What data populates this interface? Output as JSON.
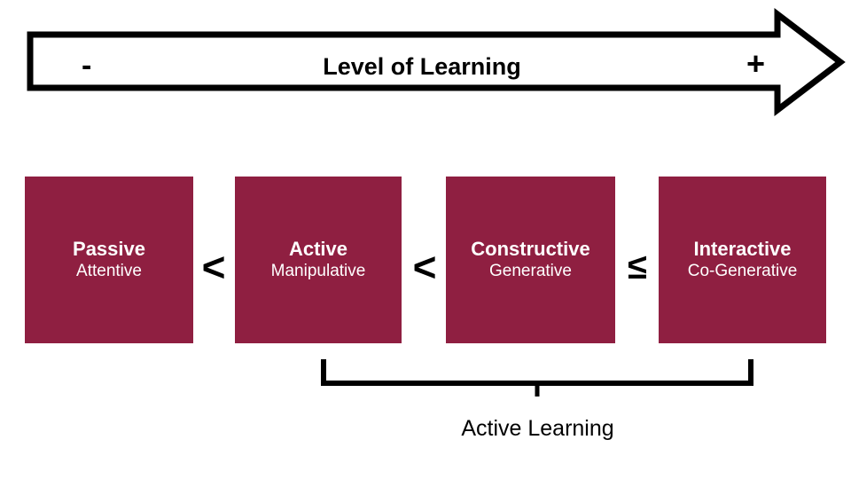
{
  "banner": {
    "title": "Level of Learning",
    "minus_label": "-",
    "plus_label": "+",
    "shape": "right-arrow-outline",
    "stroke_color": "#000000",
    "fill_color": "#ffffff"
  },
  "stages": {
    "box_color": "#8F1F41",
    "text_color": "#ffffff",
    "items": [
      {
        "title": "Passive",
        "subtitle": "Attentive"
      },
      {
        "title": "Active",
        "subtitle": "Manipulative"
      },
      {
        "title": "Constructive",
        "subtitle": "Generative"
      },
      {
        "title": "Interactive",
        "subtitle": "Co-Generative"
      }
    ],
    "separators": [
      {
        "symbol": "<",
        "kind": "less-than"
      },
      {
        "symbol": "<",
        "kind": "less-than"
      },
      {
        "symbol": "≤",
        "kind": "less-than-or-equal"
      }
    ]
  },
  "grouping": {
    "label": "Active Learning",
    "spans_stages": [
      "Active",
      "Constructive",
      "Interactive"
    ],
    "bracket_color": "#000000"
  }
}
